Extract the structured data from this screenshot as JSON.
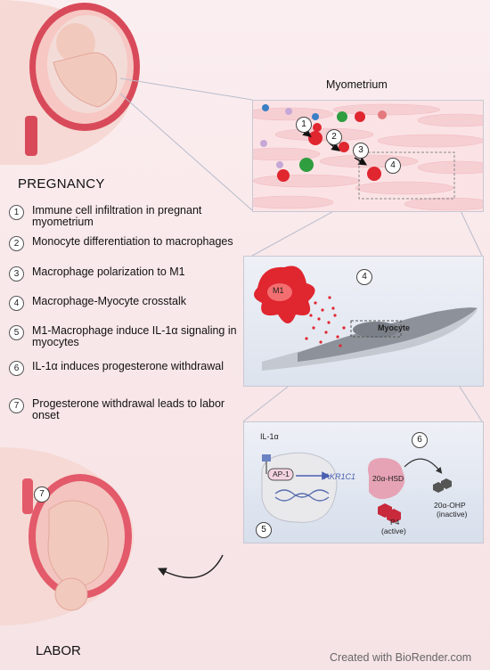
{
  "labels": {
    "myometrium": "Myometrium",
    "pregnancy": "PREGNANCY",
    "labor": "LABOR",
    "m1": "M1",
    "myocyte": "Myocyte",
    "il1a": "IL-1α",
    "ap1": "AP-1",
    "akr1c1": "AKR1C1",
    "hsd": "20α-HSD",
    "p4": "P4",
    "p4_state": "(active)",
    "ohp": "20α-OHP",
    "ohp_state": "(inactive)",
    "credit": "Created with BioRender.com"
  },
  "steps": [
    {
      "num": "1",
      "text": "Immune cell infiltration in pregnant myometrium"
    },
    {
      "num": "2",
      "text": "Monocyte differentiation to macrophages"
    },
    {
      "num": "3",
      "text": "Macrophage polarization to M1"
    },
    {
      "num": "4",
      "text": "Macrophage-Myocyte crosstalk"
    },
    {
      "num": "5",
      "text": "M1-Macrophage induce IL-1α signaling in myocytes"
    },
    {
      "num": "6",
      "text": "IL-1α induces progesterone withdrawal"
    },
    {
      "num": "7",
      "text": "Progesterone withdrawal leads to labor onset"
    }
  ],
  "badges": {
    "b1": "1",
    "b2": "2",
    "b3": "3",
    "b4": "4",
    "panel_b4": "4",
    "panel_b5": "5",
    "panel_b6": "6",
    "labor_b7": "7"
  },
  "colors": {
    "macrophage_red": "#e0262f",
    "monocyte_green": "#2e9e3f",
    "cell_blue": "#3b7fc4",
    "myometrium_bg": "#fbe3e5",
    "panel_bg": "#dde3ee",
    "nucleus_bg": "#e9e9ec",
    "accent_blue": "#4a5fb0"
  }
}
